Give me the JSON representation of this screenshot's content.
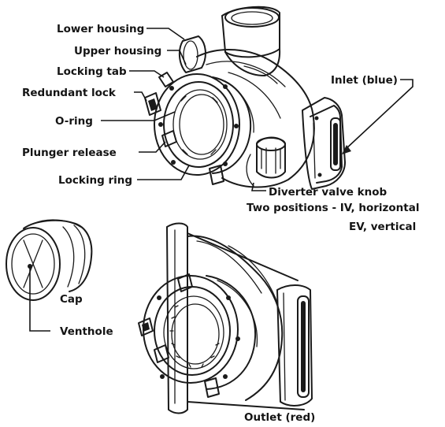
{
  "labels": {
    "lower_housing": "Lower housing",
    "upper_housing": "Upper housing",
    "locking_tab": "Locking tab",
    "redundant_lock": "Redundant lock",
    "o_ring": "O-ring",
    "plunger_release": "Plunger release",
    "locking_ring": "Locking ring",
    "inlet": "Inlet (blue)",
    "diverter_valve_knob": "Diverter valve knob",
    "positions_line1": "Two positions - IV, horizontal",
    "positions_line2": "EV, vertical",
    "cap": "Cap",
    "venthole": "Venthole",
    "outlet": "Outlet (red)"
  }
}
